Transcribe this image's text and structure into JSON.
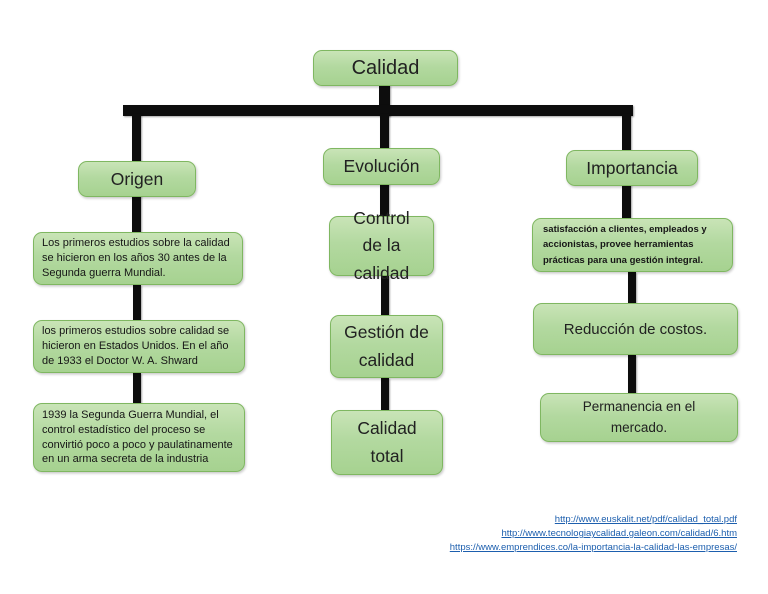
{
  "palette": {
    "box_fill_top": "#c9e4b7",
    "box_fill_bottom": "#a6d290",
    "box_border": "#7fb761",
    "connector": "#0d0d0d",
    "link_color": "#1d5fae",
    "background": "#ffffff"
  },
  "root": {
    "label": "Calidad"
  },
  "columns": {
    "origen": {
      "header": "Origen",
      "items": [
        "Los primeros estudios sobre la calidad se hicieron en los años 30 antes de la Segunda guerra Mundial.",
        "los primeros estudios sobre calidad se hicieron en Estados Unidos. En el año de 1933 el Doctor W. A. Shward",
        "1939 la Segunda Guerra Mundial, el control estadístico del proceso se convirtió poco a poco y paulatinamente en un arma secreta de la industria"
      ]
    },
    "evolucion": {
      "header": "Evolución",
      "items": [
        "Control de la calidad",
        "Gestión de calidad",
        "Calidad total"
      ]
    },
    "importancia": {
      "header": "Importancia",
      "items": [
        "satisfacción a clientes, empleados y accionistas, provee herramientas prácticas para una gestión integral.",
        "Reducción de costos.",
        "Permanencia en el mercado."
      ]
    }
  },
  "links": {
    "items": [
      {
        "url": "http://www.euskalit.net/pdf/calidad_total.pdf"
      },
      {
        "url": "http://www.tecnologiaycalidad.galeon.com/calidad/6.htm"
      },
      {
        "url": "https://www.emprendices.co/la-importancia-la-calidad-las-empresas/"
      }
    ]
  }
}
